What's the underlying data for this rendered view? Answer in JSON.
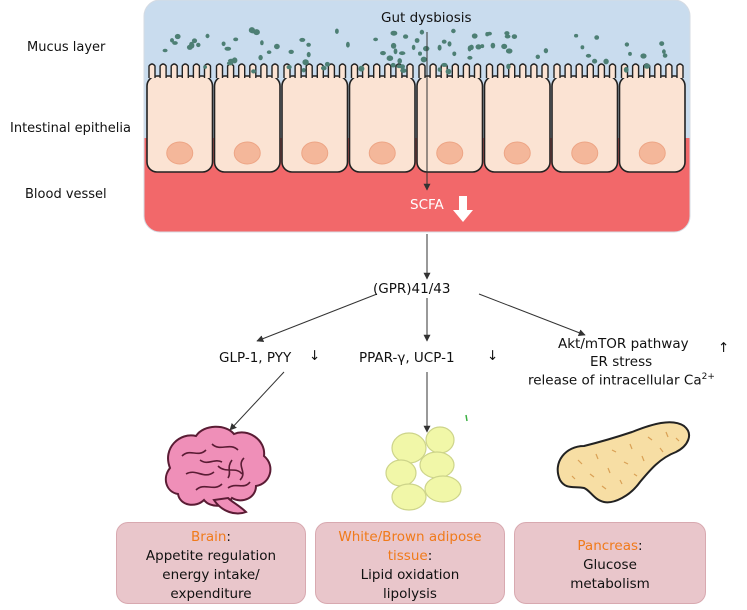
{
  "layers": {
    "mucus": "Mucus layer",
    "epithelia": "Intestinal epithelia",
    "blood": "Blood vessel"
  },
  "top_label": "Gut dysbiosis",
  "scfa": "SCFA",
  "receptor": "(GPR)41/43",
  "branches": {
    "left": {
      "text": "GLP-1, PYY",
      "arrow": "↓"
    },
    "middle": {
      "text": "PPAR-γ, UCP-1",
      "arrow": "↓"
    },
    "right": {
      "line1": "Akt/mTOR pathway",
      "line2": "ER stress",
      "line3": "release of intracellular Ca",
      "sup": "2+",
      "arrow": "↑"
    }
  },
  "boxes": {
    "brain": {
      "title": "Brain",
      "colon": ":",
      "line1": "Appetite regulation",
      "line2": "energy intake/",
      "line3": "expenditure"
    },
    "adipose": {
      "title1": "White/Brown adipose",
      "title2": "tissue",
      "colon": ":",
      "line1": "Lipid oxidation",
      "line2": "lipolysis"
    },
    "pancreas": {
      "title": "Pancreas",
      "colon": ":",
      "line1": "Glucose",
      "line2": "metabolism"
    }
  },
  "colors": {
    "mucus": "#c9dcee",
    "epithelia": "#fbe3d3",
    "blood": "#f2686a",
    "highlight": "#f07a1a",
    "box": "#e9c6cb"
  },
  "icons": [
    "brain-icon",
    "adipose-cells-icon",
    "pancreas-icon",
    "down-arrow-icon"
  ]
}
